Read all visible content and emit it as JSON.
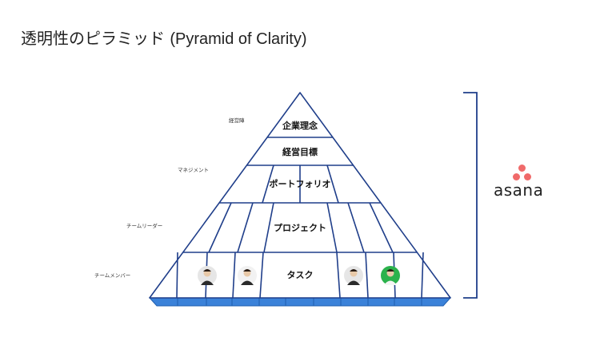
{
  "slide": {
    "title_jp": "透明性のピラミッド",
    "title_en": "(Pyramid of Clarity)"
  },
  "roles": [
    "経営陣",
    "マネジメント",
    "チームリーダー",
    "チームメンバー"
  ],
  "tiers": [
    "企業理念",
    "経営目標",
    "ポートフォリオ",
    "プロジェクト",
    "タスク"
  ],
  "logo": {
    "wordmark": "asana",
    "color": "#f06a6a"
  },
  "colors": {
    "outline": "#1f3e8a",
    "base_fill": "#3b82d9",
    "base_stroke": "#1f5fb0"
  },
  "avatars": [
    {
      "name": "woman-avatar-1",
      "bg": "#e6e6e6"
    },
    {
      "name": "man-avatar-1",
      "bg": "#f2f2f2"
    },
    {
      "name": "man-avatar-2",
      "bg": "#e6e6e6"
    },
    {
      "name": "woman-avatar-2",
      "bg": "#2bb24c"
    }
  ]
}
